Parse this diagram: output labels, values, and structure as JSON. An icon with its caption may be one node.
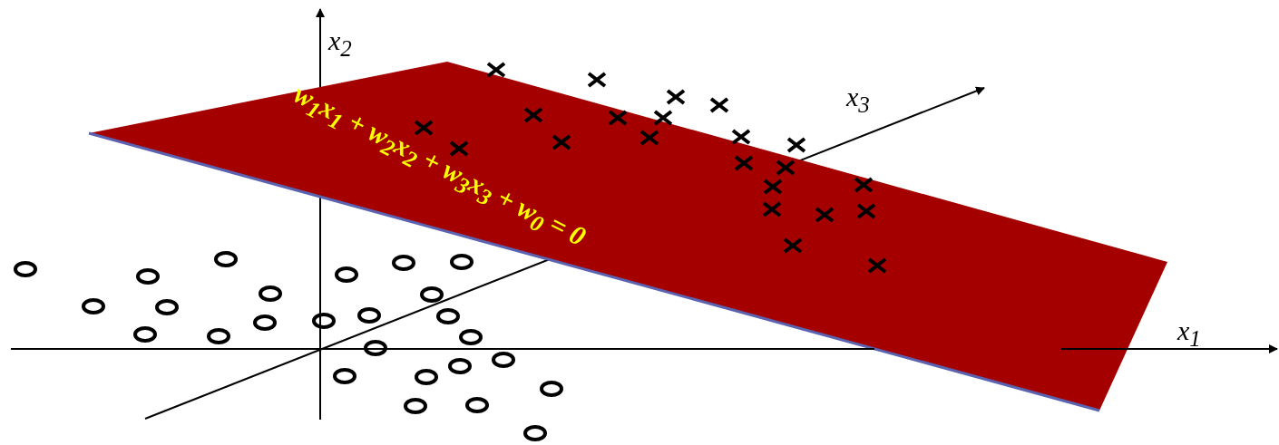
{
  "diagram": {
    "labels": [
      "x$_{2}$",
      "x$_{3}$",
      "x$_{1}$",
      "w$_{1}$x$_{1}$ + w$_{2}$x$_{2}$ + w$_{3}$x$_{3}$ + w$_{0}$ = 0"
    ]
  }
}
